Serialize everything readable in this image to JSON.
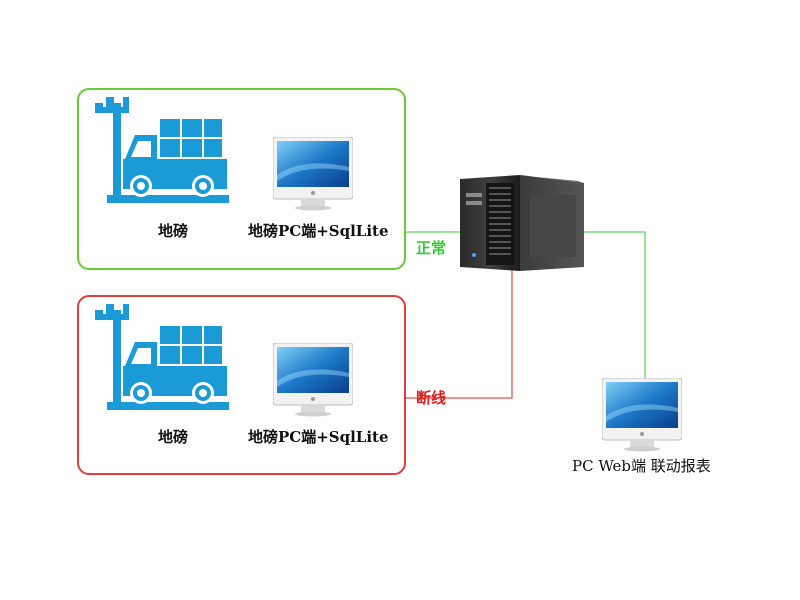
{
  "colors": {
    "normal": "#66cc33",
    "offline": "#e53b3b",
    "icon_blue": "#1a9ad6"
  },
  "groups": [
    {
      "status_label": "正常",
      "scale_label": "地磅",
      "pc_label": "地磅PC端+SqlLite"
    },
    {
      "status_label": "断线",
      "scale_label": "地磅",
      "pc_label": "地磅PC端+SqlLite"
    }
  ],
  "web_client": {
    "label": "PC Web端 联动报表"
  },
  "icons": {
    "scale": "truck-scale-icon",
    "pc": "imac-monitor-icon",
    "server": "server-tower-icon"
  }
}
